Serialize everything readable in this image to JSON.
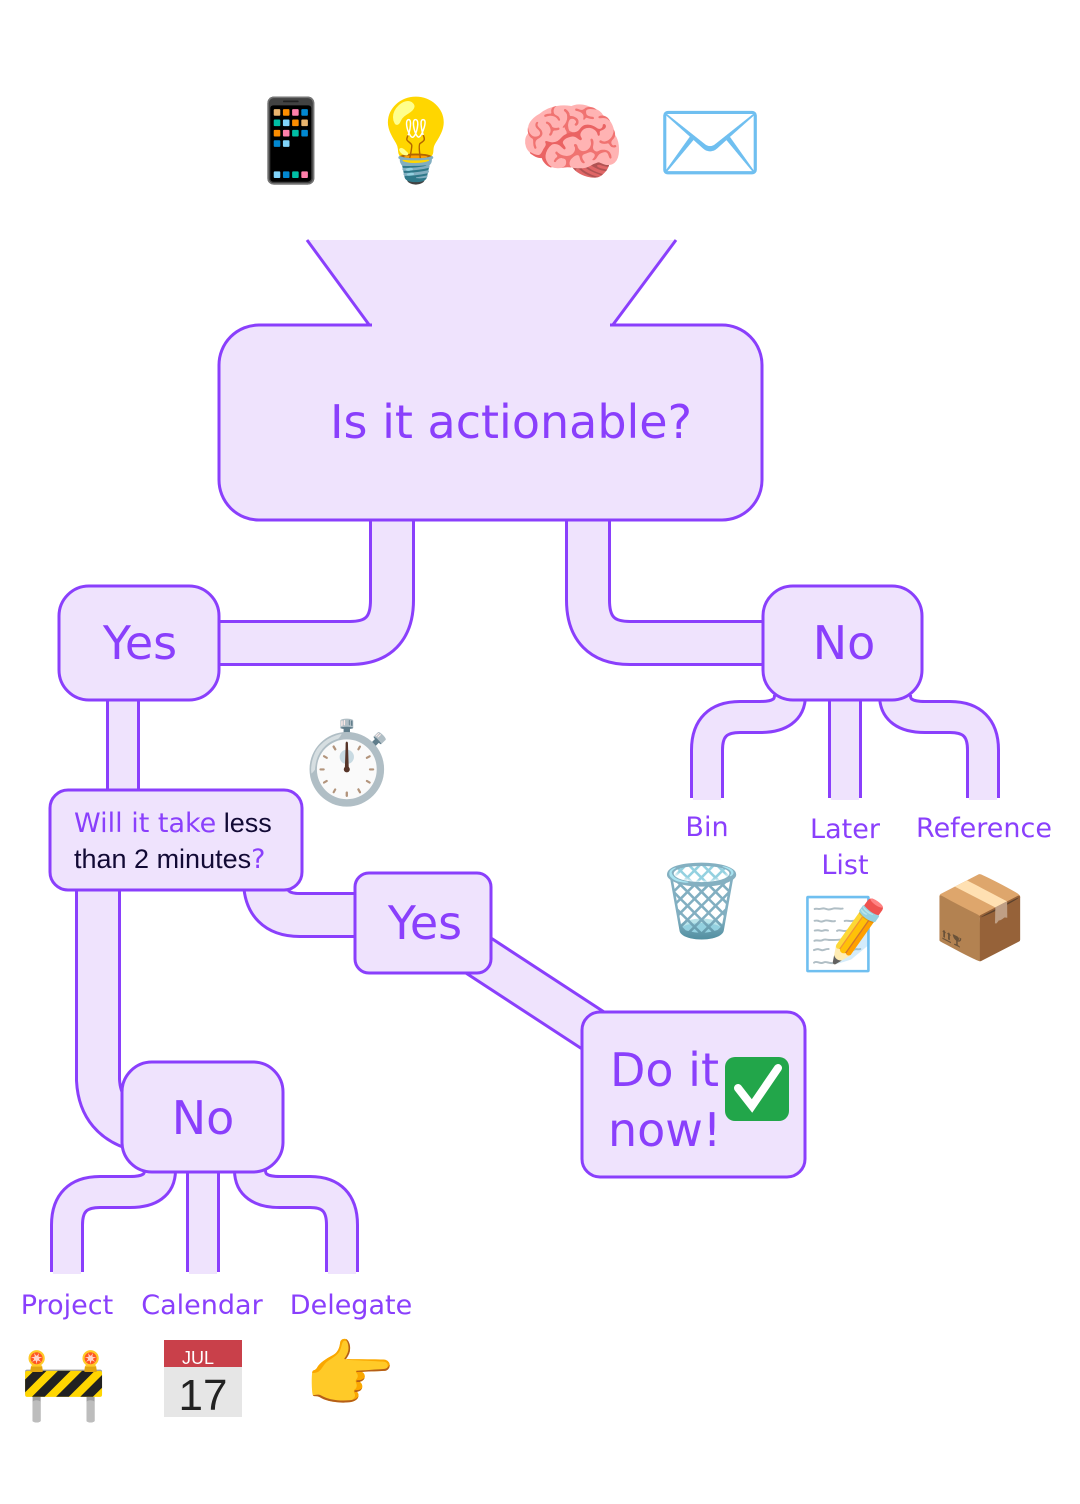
{
  "sources": {
    "icons": [
      "mobile-phone-icon",
      "light-bulb-icon",
      "brain-icon",
      "envelope-icon"
    ],
    "glyphs": [
      "📱",
      "💡",
      "🧠",
      "✉️"
    ]
  },
  "question_main": "Is it actionable?",
  "yes_label": "Yes",
  "no_label": "No",
  "question_two_min": {
    "part_purple": "Will it take",
    "part_dark_1": "less",
    "part_dark_2": "than 2 minutes",
    "part_q": "?"
  },
  "yes2_label": "Yes",
  "do_it_now": {
    "line1": "Do it",
    "line2": "now!",
    "icon": "✅"
  },
  "no2_label": "No",
  "stopwatch_icon": "⏱️",
  "not_actionable_outcomes": [
    {
      "label": "Bin",
      "icon": "🗑️"
    },
    {
      "label_line1": "Later",
      "label_line2": "List",
      "icon": "📝"
    },
    {
      "label": "Reference",
      "icon": "📦"
    }
  ],
  "actionable_outcomes": [
    {
      "label": "Project",
      "icon": "🚧"
    },
    {
      "label": "Calendar",
      "icon": "📆",
      "month": "JUL",
      "day": "17"
    },
    {
      "label": "Delegate",
      "icon": "👉"
    }
  ],
  "colors": {
    "accent": "#8a3ffc",
    "fill": "#efe3fd",
    "dark_text": "#120a35"
  }
}
